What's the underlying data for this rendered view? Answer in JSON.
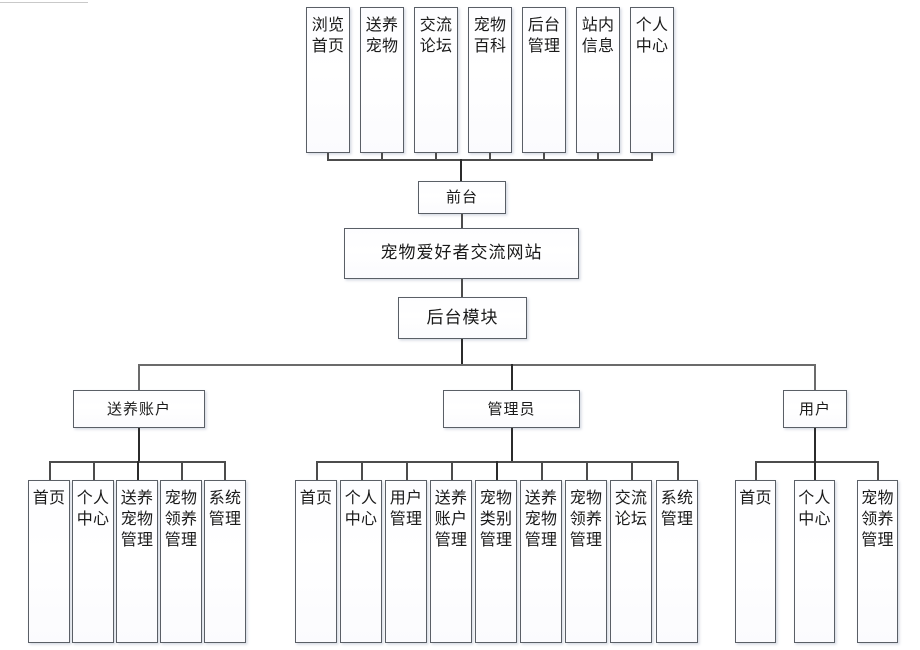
{
  "diagram": {
    "type": "tree",
    "title_node": "宠物爱好者交流网站",
    "root_label": "宠物爱好者交流网站",
    "front_label": "前台",
    "back_label": "后台模块",
    "front_children": [
      "浏览首页",
      "送养宠物",
      "交流论坛",
      "宠物百科",
      "后台管理",
      "站内信息",
      "个人中心"
    ],
    "roles": [
      {
        "label": "送养账户",
        "children": [
          "首页",
          "个人中心",
          "送养宠物管理",
          "宠物领养管理",
          "系统管理"
        ]
      },
      {
        "label": "管理员",
        "children": [
          "首页",
          "个人中心",
          "用户管理",
          "送养账户管理",
          "宠物类别管理",
          "送养宠物管理",
          "宠物领养管理",
          "交流论坛",
          "系统管理"
        ]
      },
      {
        "label": "用户",
        "children": [
          "首页",
          "个人中心",
          "宠物领养管理"
        ]
      }
    ],
    "colors": {
      "box_border": "#5a5f66",
      "box_fill": "#ffffff",
      "line": "#2b2b2b",
      "text": "#1a1a1a"
    }
  }
}
